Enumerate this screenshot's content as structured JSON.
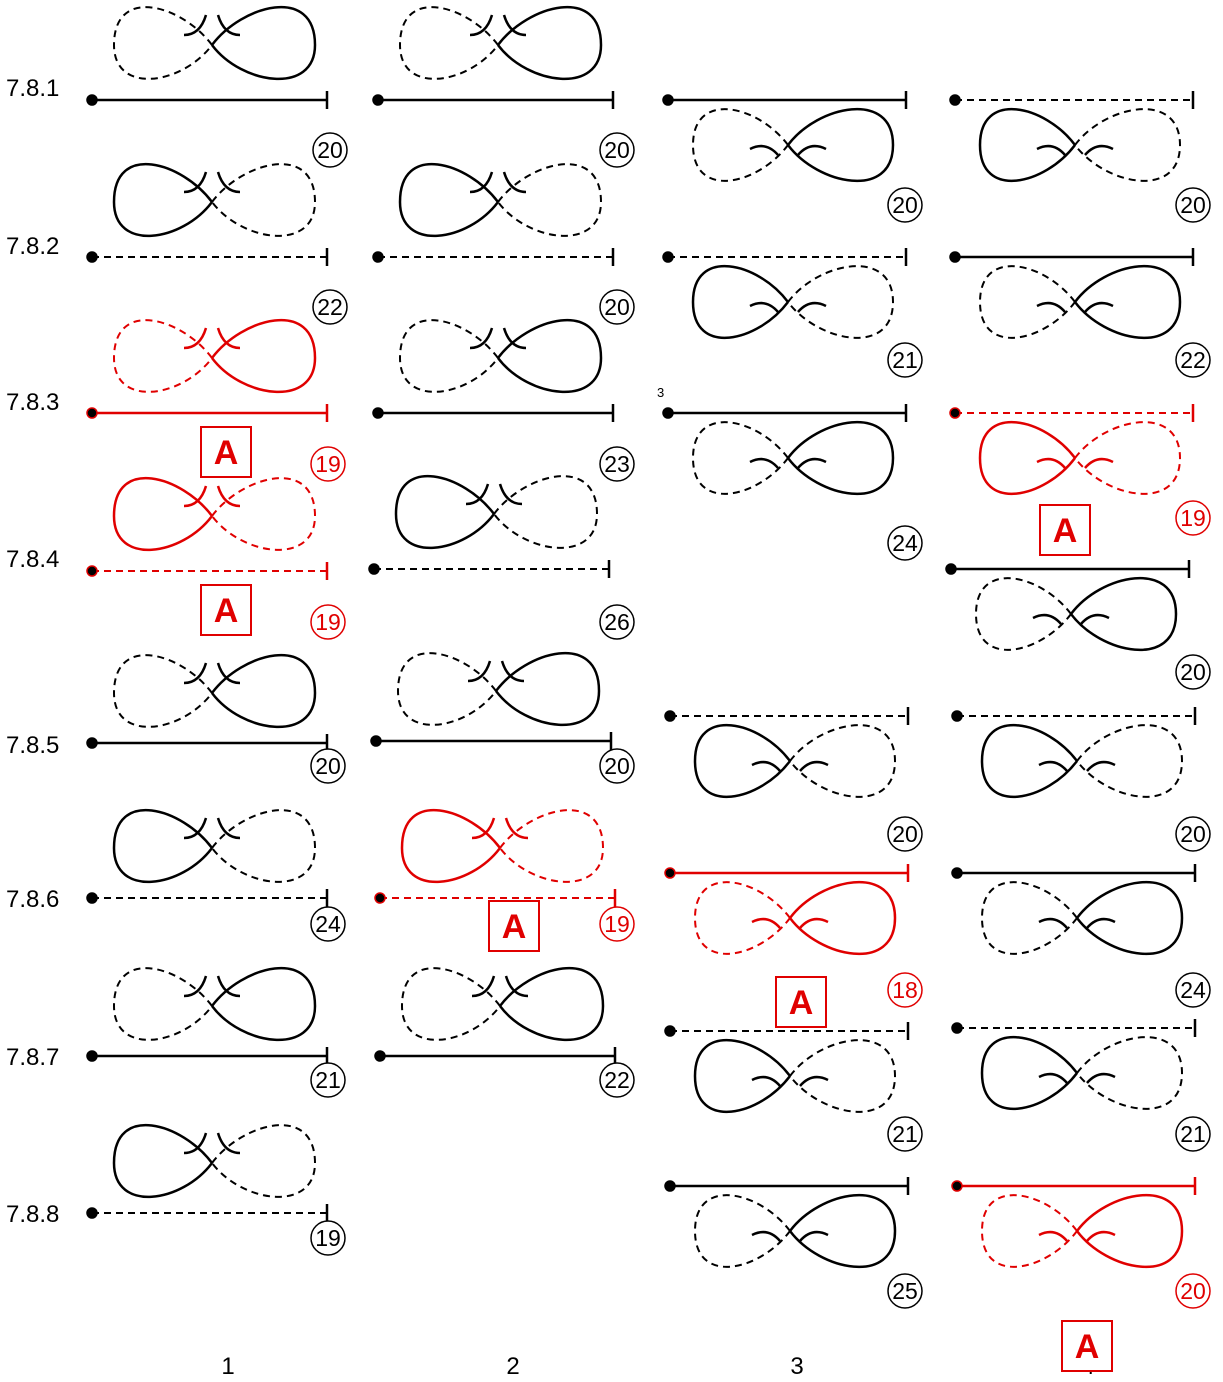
{
  "row_labels": [
    "7.8.1",
    "7.8.2",
    "7.8.3",
    "7.8.4",
    "7.8.5",
    "7.8.6",
    "7.8.7",
    "7.8.8"
  ],
  "column_labels": [
    "1",
    "2",
    "3",
    "4"
  ],
  "small_note": "3",
  "colors": {
    "normal": "#000000",
    "highlight": "#e00000"
  },
  "figures": [
    {
      "col": 1,
      "row": 1,
      "number": "20",
      "highlight": false,
      "mark": ""
    },
    {
      "col": 1,
      "row": 2,
      "number": "22",
      "highlight": false,
      "mark": ""
    },
    {
      "col": 1,
      "row": 3,
      "number": "19",
      "highlight": true,
      "mark": "A"
    },
    {
      "col": 1,
      "row": 4,
      "number": "19",
      "highlight": true,
      "mark": "A"
    },
    {
      "col": 1,
      "row": 5,
      "number": "20",
      "highlight": false,
      "mark": ""
    },
    {
      "col": 1,
      "row": 6,
      "number": "24",
      "highlight": false,
      "mark": ""
    },
    {
      "col": 1,
      "row": 7,
      "number": "21",
      "highlight": false,
      "mark": ""
    },
    {
      "col": 1,
      "row": 8,
      "number": "19",
      "highlight": false,
      "mark": ""
    },
    {
      "col": 2,
      "row": 1,
      "number": "20",
      "highlight": false,
      "mark": ""
    },
    {
      "col": 2,
      "row": 2,
      "number": "20",
      "highlight": false,
      "mark": ""
    },
    {
      "col": 2,
      "row": 3,
      "number": "23",
      "highlight": false,
      "mark": ""
    },
    {
      "col": 2,
      "row": 4,
      "number": "26",
      "highlight": false,
      "mark": ""
    },
    {
      "col": 2,
      "row": 5,
      "number": "20",
      "highlight": false,
      "mark": ""
    },
    {
      "col": 2,
      "row": 6,
      "number": "19",
      "highlight": true,
      "mark": "A"
    },
    {
      "col": 2,
      "row": 7,
      "number": "22",
      "highlight": false,
      "mark": ""
    },
    {
      "col": 3,
      "row": 1,
      "number": "20",
      "highlight": false,
      "mark": ""
    },
    {
      "col": 3,
      "row": 2,
      "number": "21",
      "highlight": false,
      "mark": ""
    },
    {
      "col": 3,
      "row": 3,
      "number": "24",
      "highlight": false,
      "mark": ""
    },
    {
      "col": 3,
      "row": 5,
      "number": "20",
      "highlight": false,
      "mark": ""
    },
    {
      "col": 3,
      "row": 6,
      "number": "18",
      "highlight": true,
      "mark": "A"
    },
    {
      "col": 3,
      "row": 7,
      "number": "21",
      "highlight": false,
      "mark": ""
    },
    {
      "col": 3,
      "row": 8,
      "number": "25",
      "highlight": false,
      "mark": ""
    },
    {
      "col": 4,
      "row": 1,
      "number": "20",
      "highlight": false,
      "mark": ""
    },
    {
      "col": 4,
      "row": 2,
      "number": "22",
      "highlight": false,
      "mark": ""
    },
    {
      "col": 4,
      "row": 3,
      "number": "19",
      "highlight": true,
      "mark": "A"
    },
    {
      "col": 4,
      "row": 4,
      "number": "20",
      "highlight": false,
      "mark": ""
    },
    {
      "col": 4,
      "row": 5,
      "number": "20",
      "highlight": false,
      "mark": ""
    },
    {
      "col": 4,
      "row": 6,
      "number": "24",
      "highlight": false,
      "mark": ""
    },
    {
      "col": 4,
      "row": 7,
      "number": "21",
      "highlight": false,
      "mark": ""
    },
    {
      "col": 4,
      "row": 8,
      "number": "20",
      "highlight": true,
      "mark": "A"
    }
  ]
}
